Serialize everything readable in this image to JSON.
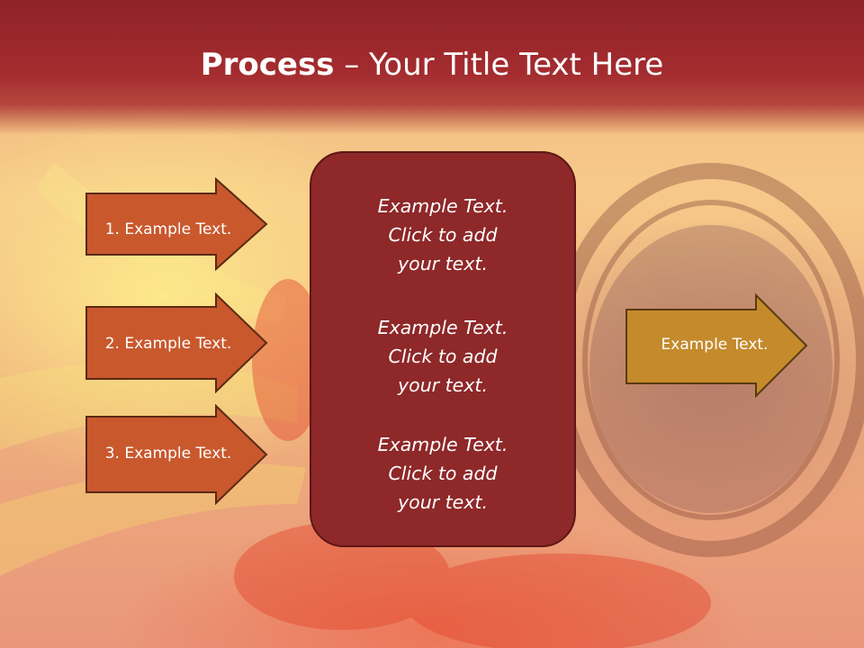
{
  "title": {
    "bold": "Process",
    "rest": " – Your Title Text Here"
  },
  "left_steps": [
    {
      "label": "1. Example Text."
    },
    {
      "label": "2. Example Text."
    },
    {
      "label": "3. Example Text."
    }
  ],
  "center_box": {
    "paragraphs": [
      {
        "lines": [
          "Example Text.",
          "Click  to add",
          "your text."
        ]
      },
      {
        "lines": [
          "Example Text.",
          "Click  to add",
          "your text."
        ]
      },
      {
        "lines": [
          "Example Text.",
          "Click  to add",
          "your text."
        ]
      }
    ]
  },
  "output_arrow": {
    "label": "Example Text."
  },
  "colors": {
    "title_band": "#9c282b",
    "step_arrow_fill": "#c9582d",
    "step_arrow_border": "#5a2a14",
    "center_box_fill": "#8e2829",
    "output_arrow_fill": "#c48a2c",
    "output_arrow_border": "#5a3a10"
  }
}
